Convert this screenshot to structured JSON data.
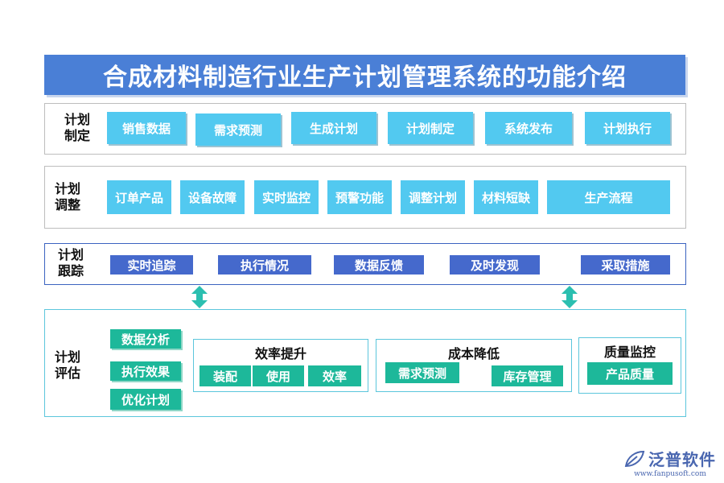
{
  "title": "合成材料制造行业生产计划管理系统的功能介绍",
  "sections": {
    "plan_make": {
      "label": [
        "计划",
        "制定"
      ],
      "items": [
        "销售数据",
        "需求预测",
        "生成计划",
        "计划制定",
        "系统发布",
        "计划执行"
      ]
    },
    "plan_adjust": {
      "label": [
        "计划",
        "调整"
      ],
      "items": [
        "订单产品",
        "设备故障",
        "实时监控",
        "预警功能",
        "调整计划",
        "材料短缺",
        "生产流程"
      ]
    },
    "plan_track": {
      "label": [
        "计划",
        "跟踪"
      ],
      "items": [
        "实时追踪",
        "执行情况",
        "数据反馈",
        "及时发现",
        "采取措施"
      ]
    },
    "plan_eval": {
      "label": [
        "计划",
        "评估"
      ],
      "left_items": [
        "数据分析",
        "执行效果",
        "优化计划"
      ],
      "groups": [
        {
          "title": "效率提升",
          "items": [
            "装配",
            "使用",
            "效率"
          ]
        },
        {
          "title": "成本降低",
          "items": [
            "需求预测",
            "库存管理"
          ]
        },
        {
          "title": "质量监控",
          "items": [
            "产品质量"
          ]
        }
      ]
    }
  },
  "logo": {
    "name": "泛普软件",
    "url": "www.fanpusoft.com"
  },
  "colors": {
    "title": "#4a7fd6",
    "cyan": "#52c9f0",
    "blue": "#4569cc",
    "teal": "#1db89a"
  }
}
